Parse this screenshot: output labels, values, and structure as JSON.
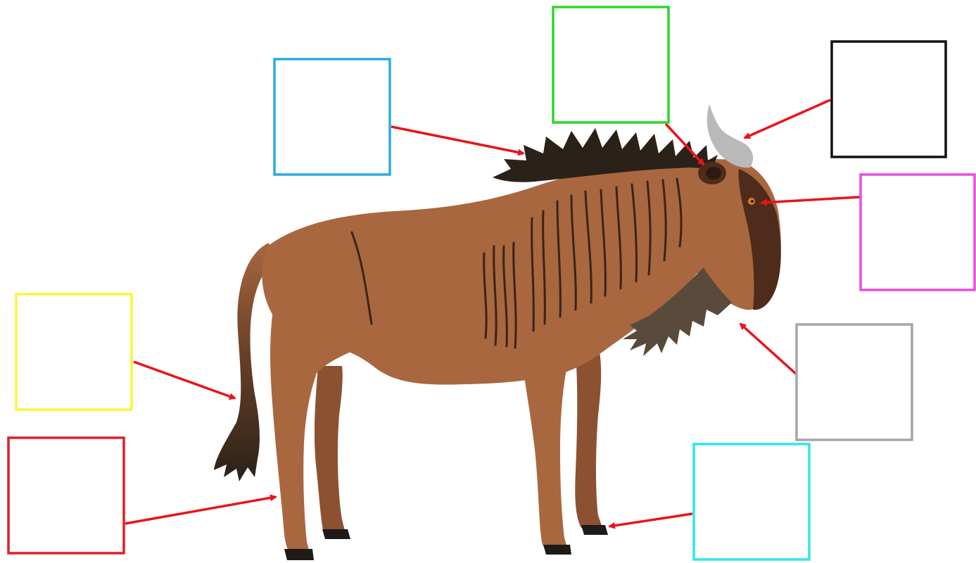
{
  "diagram": {
    "subject_icon": "wildebeest-illustration",
    "colors": {
      "body": "#a8673f",
      "body_shadow": "#8c5131",
      "face": "#4e2c1b",
      "mane": "#2a2118",
      "horn": "#b9b9b9",
      "stripe": "#3b2418",
      "hoof": "#1e1a17",
      "arrow": "#e8141b"
    },
    "label_boxes": [
      {
        "id": "mane",
        "color": "#29abe2",
        "text": ""
      },
      {
        "id": "ear",
        "color": "#2ed62e",
        "text": ""
      },
      {
        "id": "horn",
        "color": "#111111",
        "text": ""
      },
      {
        "id": "eye",
        "color": "#e94fd8",
        "text": ""
      },
      {
        "id": "beard",
        "color": "#a6a6a6",
        "text": ""
      },
      {
        "id": "hoof",
        "color": "#2ee6ee",
        "text": ""
      },
      {
        "id": "tail",
        "color": "#fff23a",
        "text": ""
      },
      {
        "id": "leg",
        "color": "#e01f26",
        "text": ""
      }
    ]
  }
}
